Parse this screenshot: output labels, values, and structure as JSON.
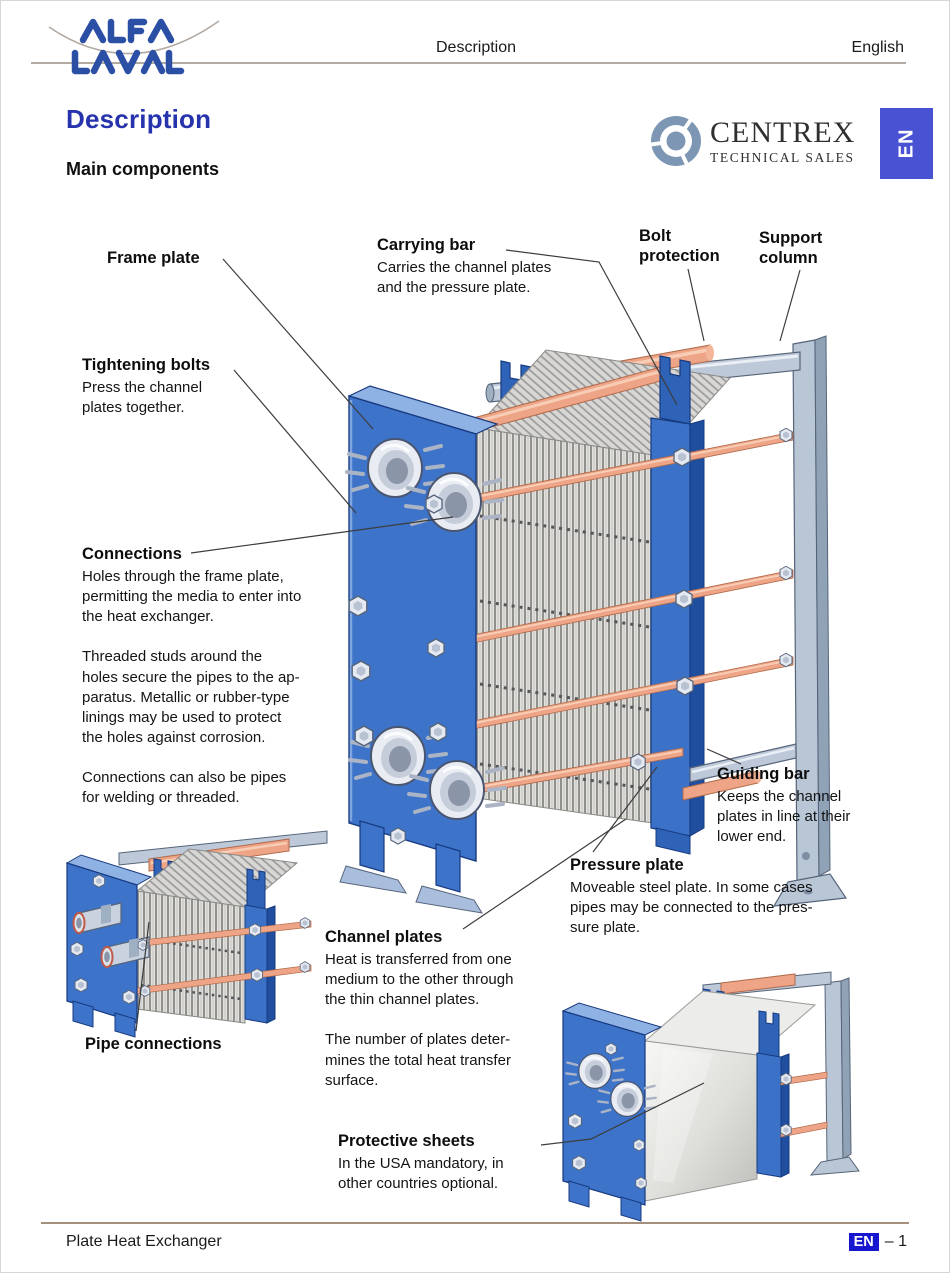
{
  "header": {
    "center": "Description",
    "right": "English",
    "logo": "Alfa Laval"
  },
  "title": "Description",
  "subtitle": "Main components",
  "brand": {
    "name": "CENTREX",
    "tagline": "TECHNICAL SALES"
  },
  "lang_tab": "EN",
  "callouts": {
    "frame_plate": {
      "title": "Frame plate"
    },
    "carrying_bar": {
      "title": "Carrying bar",
      "desc": [
        "Carries the channel plates",
        "and the pressure plate."
      ]
    },
    "bolt_protection": {
      "title": "Bolt protection"
    },
    "support_column": {
      "title": "Support column"
    },
    "tightening_bolts": {
      "title": "Tightening bolts",
      "desc": [
        "Press the channel",
        "plates together."
      ]
    },
    "connections": {
      "title": "Connections",
      "desc1": [
        "Holes through the frame plate,",
        "permitting the media to enter into",
        "the heat exchanger."
      ],
      "desc2": [
        "Threaded studs around the",
        "holes secure the pipes to the ap-",
        "paratus. Metallic or rubber-type",
        "linings may be used to protect",
        "the holes against corrosion."
      ],
      "desc3": [
        "Connections can also be pipes",
        "for welding or threaded."
      ]
    },
    "guiding_bar": {
      "title": "Guiding bar",
      "desc": [
        "Keeps the channel",
        "plates in line at their",
        "lower end."
      ]
    },
    "pressure_plate": {
      "title": "Pressure plate",
      "desc": [
        "Moveable steel plate. In some cases",
        "pipes may be connected to the pres-",
        "sure plate."
      ]
    },
    "channel_plates": {
      "title": "Channel plates",
      "desc1": [
        "Heat is transferred from one",
        "medium to the other through",
        "the thin channel plates."
      ],
      "desc2": [
        "The number of plates deter-",
        "mines the total heat transfer",
        "surface."
      ]
    },
    "pipe_connections": {
      "title": "Pipe connections"
    },
    "protective_sheets": {
      "title": "Protective sheets",
      "desc": [
        "In the USA mandatory, in",
        "other countries optional."
      ]
    }
  },
  "footer": {
    "left": "Plate Heat Exchanger",
    "lang": "EN",
    "page_no": "– 1"
  },
  "colors": {
    "title_blue": "#2633ad",
    "tab_blue": "#4a52d4",
    "footer_en_blue": "#1717cf",
    "logo_blue": "#2b4fa5",
    "frame_blue": "#3d73c9",
    "copper": "#eea486",
    "steel": "#bdc9d9",
    "centrex_slate": "#7d96b4"
  }
}
